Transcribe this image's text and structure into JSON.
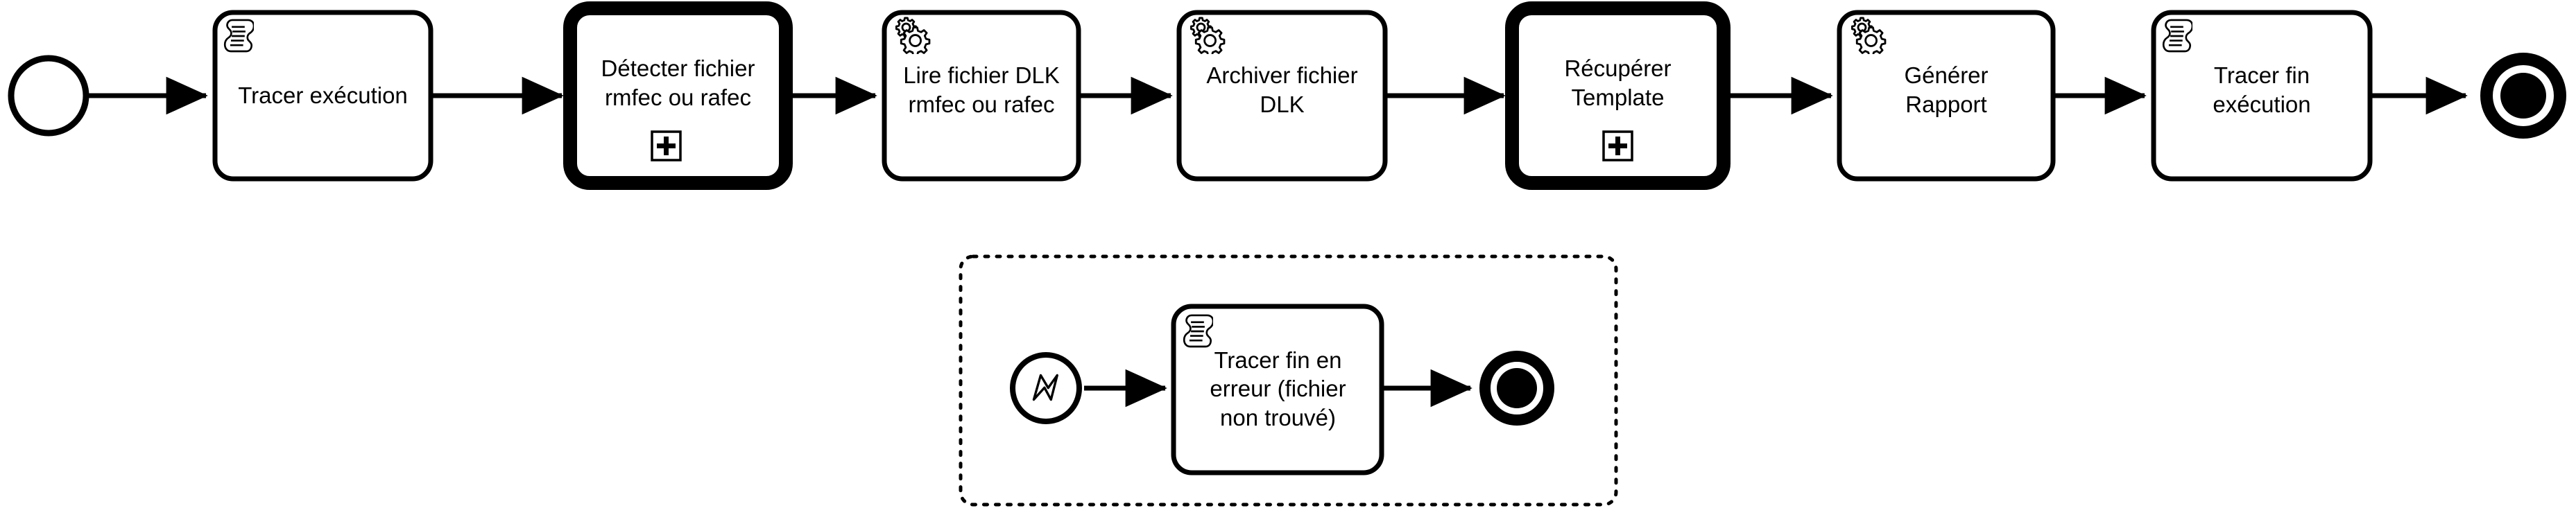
{
  "diagram": {
    "type": "bpmn-process",
    "notation": "BPMN 2.0",
    "background_color": "#ffffff",
    "stroke_color": "#000000",
    "fill_color": "#ffffff"
  },
  "main_process": {
    "start_event": {
      "name": "start-event",
      "shape": "circle",
      "event_type": "none-start-event",
      "label": ""
    },
    "tasks": [
      {
        "id": "tracer-execution",
        "label": "Tracer exécution",
        "task_type": "script-task",
        "icon": "script-icon",
        "border": "thin",
        "marker": ""
      },
      {
        "id": "detecter-fichier",
        "label": "Détecter fichier\nrmfec ou rafec",
        "task_type": "call-activity",
        "icon": "",
        "border": "thick",
        "marker": "plus-marker"
      },
      {
        "id": "lire-fichier-dlk",
        "label": "Lire fichier DLK\nrmfec ou rafec",
        "task_type": "service-task",
        "icon": "gear-icon",
        "border": "thin",
        "marker": ""
      },
      {
        "id": "archiver-fichier-dlk",
        "label": "Archiver fichier\nDLK",
        "task_type": "service-task",
        "icon": "gear-icon",
        "border": "thin",
        "marker": ""
      },
      {
        "id": "recuperer-template",
        "label": "Récupérer\nTemplate",
        "task_type": "call-activity",
        "icon": "",
        "border": "thick",
        "marker": "plus-marker"
      },
      {
        "id": "generer-rapport",
        "label": "Générer\nRapport",
        "task_type": "service-task",
        "icon": "gear-icon",
        "border": "thin",
        "marker": ""
      },
      {
        "id": "tracer-fin-execution",
        "label": "Tracer fin\nexécution",
        "task_type": "script-task",
        "icon": "script-icon",
        "border": "thin",
        "marker": ""
      }
    ],
    "end_event": {
      "name": "end-event",
      "shape": "circle",
      "event_type": "terminate-end-event",
      "label": ""
    },
    "sequence_flow_count": 8
  },
  "event_subprocess": {
    "id": "event-subprocess",
    "border_style": "dotted",
    "label": "",
    "start_event": {
      "name": "error-start-event",
      "shape": "circle",
      "event_type": "error-start-event",
      "icon": "error-bolt-icon",
      "label": ""
    },
    "task": {
      "id": "tracer-fin-erreur",
      "label": "Tracer fin en\nerreur (fichier\nnon trouvé)",
      "task_type": "script-task",
      "icon": "script-icon",
      "border": "thin",
      "marker": ""
    },
    "end_event": {
      "name": "error-end-event",
      "shape": "circle",
      "event_type": "terminate-end-event",
      "label": ""
    },
    "sequence_flow_count": 2
  }
}
